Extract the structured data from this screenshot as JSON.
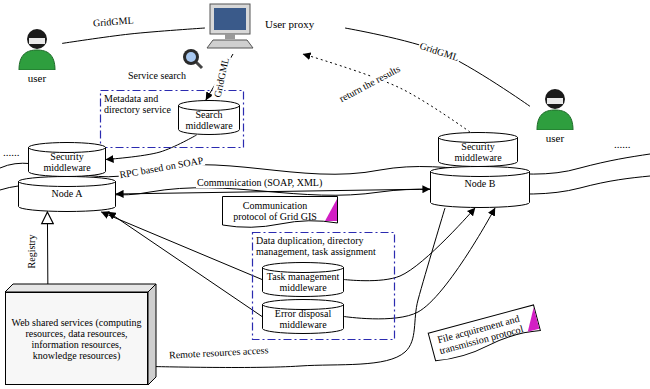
{
  "diagram": {
    "nodes": [
      {
        "text": [
          "User proxy"
        ]
      },
      {
        "text": [
          "user"
        ]
      },
      {
        "text": [
          "user"
        ]
      },
      {
        "text": [
          "Metadata and directory service"
        ]
      },
      {
        "text": [
          "Search middleware"
        ],
        "in": 3
      },
      {
        "text": [
          "Security middleware"
        ]
      },
      {
        "text": [
          "Node A"
        ]
      },
      {
        "text": [
          "Security middleware"
        ]
      },
      {
        "text": [
          "Node B"
        ]
      },
      {
        "text": [
          "Communication protocol of Grid GIS"
        ]
      },
      {
        "text": [
          "Data duplication, directory management, task assignment"
        ]
      },
      {
        "text": [
          "Task management middleware"
        ],
        "in": 10
      },
      {
        "text": [
          "Error disposal middleware"
        ],
        "in": 10
      },
      {
        "text": [
          "File acquirement and transmission protocol"
        ]
      },
      {
        "text": [
          "Web shared services (computing resources, data resources, information resources, knowledge resources)"
        ]
      }
    ],
    "edges": [
      {
        "from": 1,
        "to": 0,
        "arrow": "none",
        "label": "GridGML"
      },
      {
        "from": 2,
        "to": 0,
        "arrow": "none",
        "label": "GridGML"
      },
      {
        "from": 0,
        "to": 4,
        "arrow": "to",
        "label": "GridGML"
      },
      {
        "from": 4,
        "to": 5,
        "arrow": "to",
        "label": "RPC based on SOAP"
      },
      {
        "from": 6,
        "to": 8,
        "arrow": "both",
        "label": "Communication (SOAP, XML)"
      },
      {
        "from": 7,
        "to": 0,
        "arrow": "to",
        "label": "return the results"
      },
      {
        "from": 14,
        "to": 6,
        "arrow": "to",
        "label": "Registry"
      },
      {
        "from": 8,
        "to": 14,
        "arrow": "to",
        "label": "Remote resources access"
      },
      {
        "from": 11,
        "to": 6,
        "arrow": "to"
      },
      {
        "from": 11,
        "to": 8,
        "arrow": "to"
      },
      {
        "from": 12,
        "to": 6,
        "arrow": "to"
      },
      {
        "from": 12,
        "to": 8,
        "arrow": "to"
      }
    ],
    "labels": [
      "Service search",
      "......",
      "......"
    ]
  }
}
